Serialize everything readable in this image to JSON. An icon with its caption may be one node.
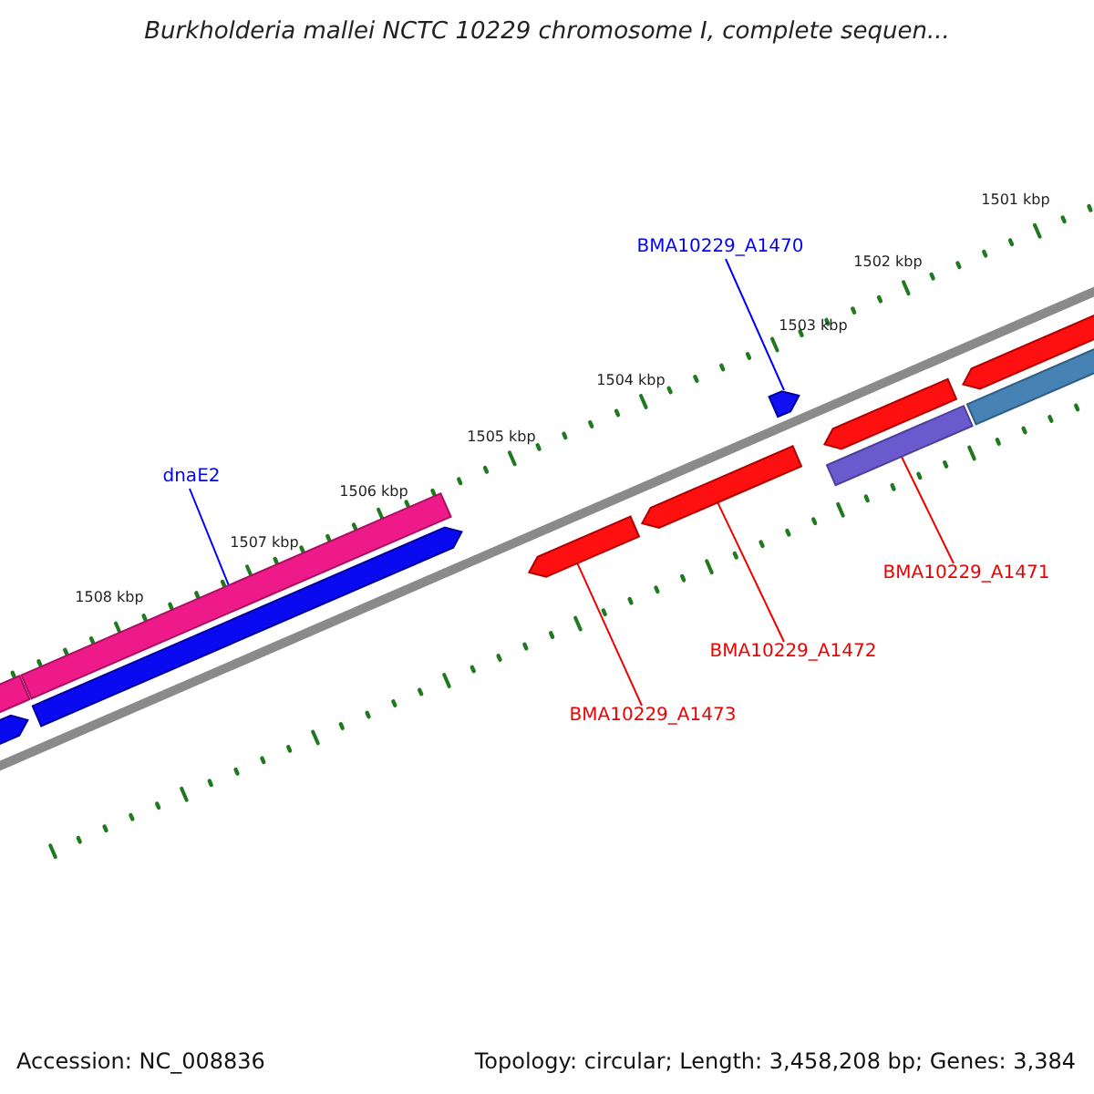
{
  "diagram": {
    "title": "Burkholderia mallei NCTC 10229 chromosome I, complete sequen...",
    "nodes": [
      {
        "text": [
          "dnaE2"
        ]
      },
      {
        "text": [
          "BMA10229_A1470"
        ]
      },
      {
        "text": [
          "BMA10229_A1471"
        ]
      },
      {
        "text": [
          "BMA10229_A1472"
        ]
      },
      {
        "text": [
          "BMA10229_A1473"
        ]
      },
      {
        "text": [],
        "shape": "bar"
      },
      {
        "text": [],
        "shape": "arrow"
      },
      {
        "text": [],
        "shape": "bar"
      },
      {
        "text": [],
        "shape": "arrow"
      },
      {
        "text": [],
        "shape": "arrow"
      },
      {
        "text": [],
        "shape": "arrow"
      },
      {
        "text": [],
        "shape": "arrow"
      },
      {
        "text": [],
        "shape": "bar"
      },
      {
        "text": [],
        "shape": "arrow"
      },
      {
        "text": [],
        "shape": "bar"
      },
      {
        "text": [],
        "shape": "arrow"
      }
    ],
    "edges": [
      {
        "from": 0,
        "to": 7,
        "arrow": "none",
        "color": "#0000ff"
      },
      {
        "from": 1,
        "to": 11,
        "arrow": "none",
        "color": "#0000ff"
      },
      {
        "from": 2,
        "to": 12,
        "arrow": "none"
      },
      {
        "from": 3,
        "to": 10,
        "arrow": "none"
      },
      {
        "from": 4,
        "to": 9,
        "arrow": "none"
      }
    ],
    "labels": [
      "1501 kbp",
      "1502 kbp",
      "1503 kbp",
      "1504 kbp",
      "1505 kbp",
      "1506 kbp",
      "1507 kbp",
      "1508 kbp",
      "Accession: NC_008836",
      "Topology: circular; Length: 3,458,208 bp; Genes: 3,384"
    ]
  }
}
